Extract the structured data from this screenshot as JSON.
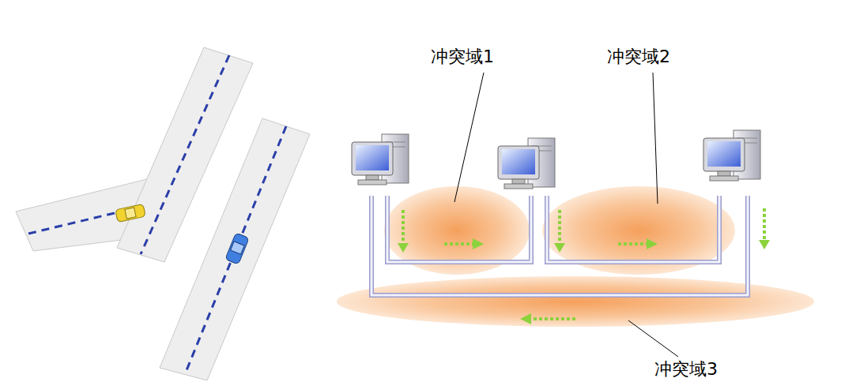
{
  "diagram": {
    "labels": [
      "冲突域1",
      "冲突域2",
      "冲突域3"
    ]
  }
}
